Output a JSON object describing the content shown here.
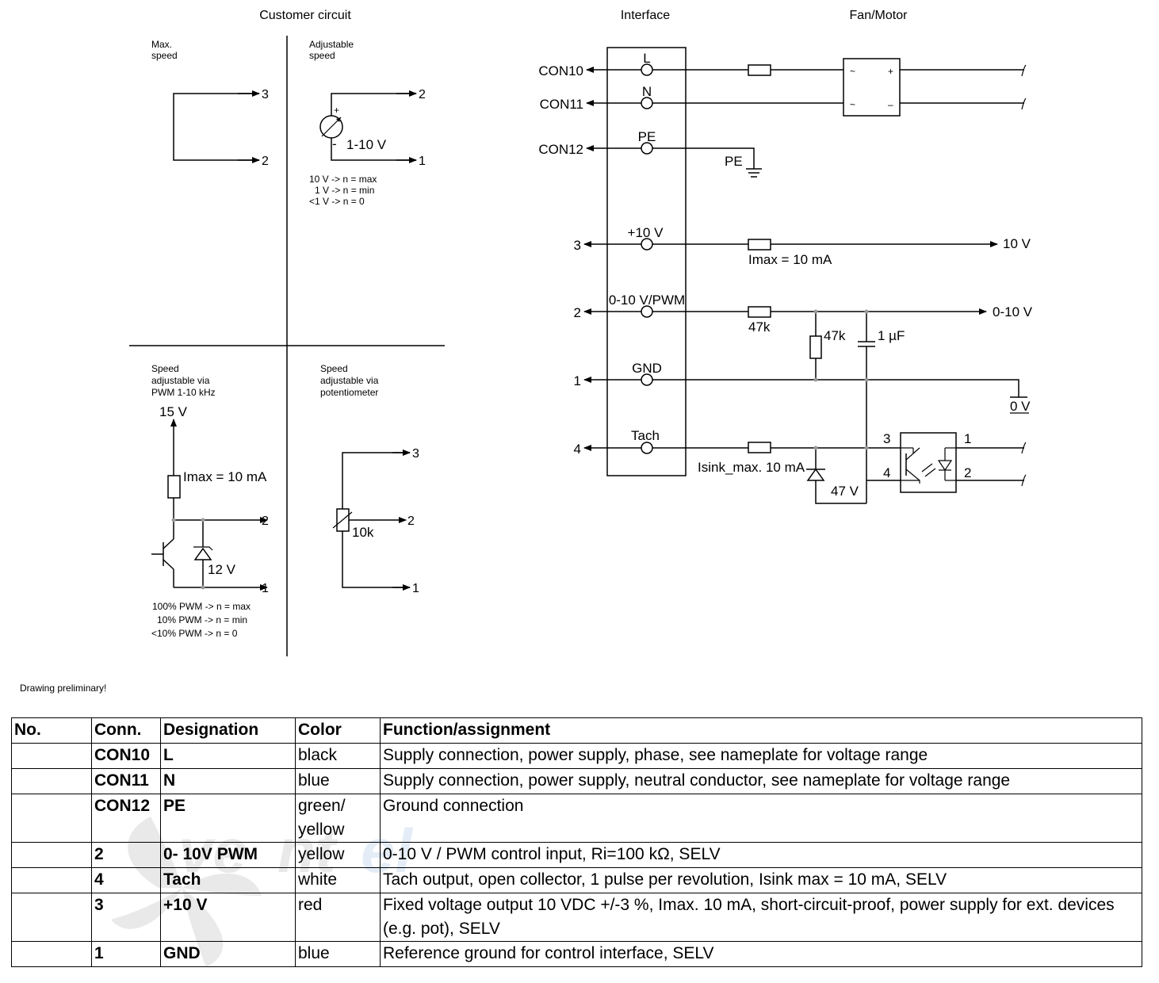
{
  "headings": {
    "customer_circuit": "Customer circuit",
    "interface": "Interface",
    "fan_motor": "Fan/Motor"
  },
  "quad_max_speed": {
    "title_line1": "Max.",
    "title_line2": "speed",
    "pin_top": "3",
    "pin_bottom": "2"
  },
  "quad_adjustable": {
    "title_line1": "Adjustable",
    "title_line2": "speed",
    "plus": "+",
    "minus": "-",
    "voltage": "1-10 V",
    "pin_top": "2",
    "pin_bottom": "1",
    "note1": "10 V -> n = max",
    "note2": "1 V -> n = min",
    "note3": "<1 V -> n = 0"
  },
  "quad_pwm": {
    "title_line1": "Speed",
    "title_line2": "adjustable via",
    "title_line3": "PWM 1-10 kHz",
    "supply": "15 V",
    "imax": "Imax = 10 mA",
    "zener": "12 V",
    "pin_mid": "2",
    "pin_bottom": "1",
    "note1": "100% PWM -> n = max",
    "note2": "10% PWM -> n = min",
    "note3": "<10% PWM -> n = 0"
  },
  "quad_pot": {
    "title_line1": "Speed",
    "title_line2": "adjustable via",
    "title_line3": "potentiometer",
    "resistor": "10k",
    "pin_top": "3",
    "pin_mid": "2",
    "pin_bottom": "1"
  },
  "interface": {
    "connectors": [
      {
        "conn": "CON10",
        "label": "L"
      },
      {
        "conn": "CON11",
        "label": "N"
      },
      {
        "conn": "CON12",
        "label": "PE"
      },
      {
        "conn": "3",
        "label": "+10 V"
      },
      {
        "conn": "2",
        "label": "0-10 V/PWM"
      },
      {
        "conn": "1",
        "label": "GND"
      },
      {
        "conn": "4",
        "label": "Tach"
      }
    ],
    "pe_ground": "PE",
    "imax": "Imax = 10 mA",
    "out_10v": "10 V",
    "r_series": "47k",
    "r_shunt": "47k",
    "cap": "1 µF",
    "out_0_10v": "0-10 V",
    "ground_0v": "0 V",
    "isink": "Isink_max. 10 mA",
    "zener": "47 V",
    "opto_pin3": "3",
    "opto_pin4": "4",
    "opto_pin1": "1",
    "opto_pin2": "2",
    "motor_ac": "~",
    "motor_plus": "+",
    "motor_minus": "–"
  },
  "note": "Drawing preliminary!",
  "table": {
    "headers": [
      "No.",
      "Conn.",
      "Designation",
      "Color",
      "Function/assignment"
    ],
    "rows": [
      {
        "no": "",
        "conn": "CON10",
        "designation": "L",
        "color": "black",
        "function": "Supply connection, power supply, phase, see nameplate for voltage range"
      },
      {
        "no": "",
        "conn": "CON11",
        "designation": "N",
        "color": "blue",
        "function": "Supply connection, power supply, neutral conductor, see nameplate for voltage range"
      },
      {
        "no": "",
        "conn": "CON12",
        "designation": "PE",
        "color": "green/ yellow",
        "function": "Ground connection"
      },
      {
        "no": "",
        "conn": "2",
        "designation": "0- 10V PWM",
        "color": "yellow",
        "function": "0-10 V / PWM control input, Ri=100 kΩ, SELV"
      },
      {
        "no": "",
        "conn": "4",
        "designation": "Tach",
        "color": "white",
        "function": "Tach output, open collector, 1 pulse per revolution, Isink max = 10 mA, SELV"
      },
      {
        "no": "",
        "conn": "3",
        "designation": "+10 V",
        "color": "red",
        "function": "Fixed voltage output 10 VDC +/-3 %, Imax. 10 mA, short-circuit-proof, power supply for ext. devices (e.g. pot), SELV"
      },
      {
        "no": "",
        "conn": "1",
        "designation": "GND",
        "color": "blue",
        "function": "Reference ground for control interface, SELV"
      }
    ]
  }
}
